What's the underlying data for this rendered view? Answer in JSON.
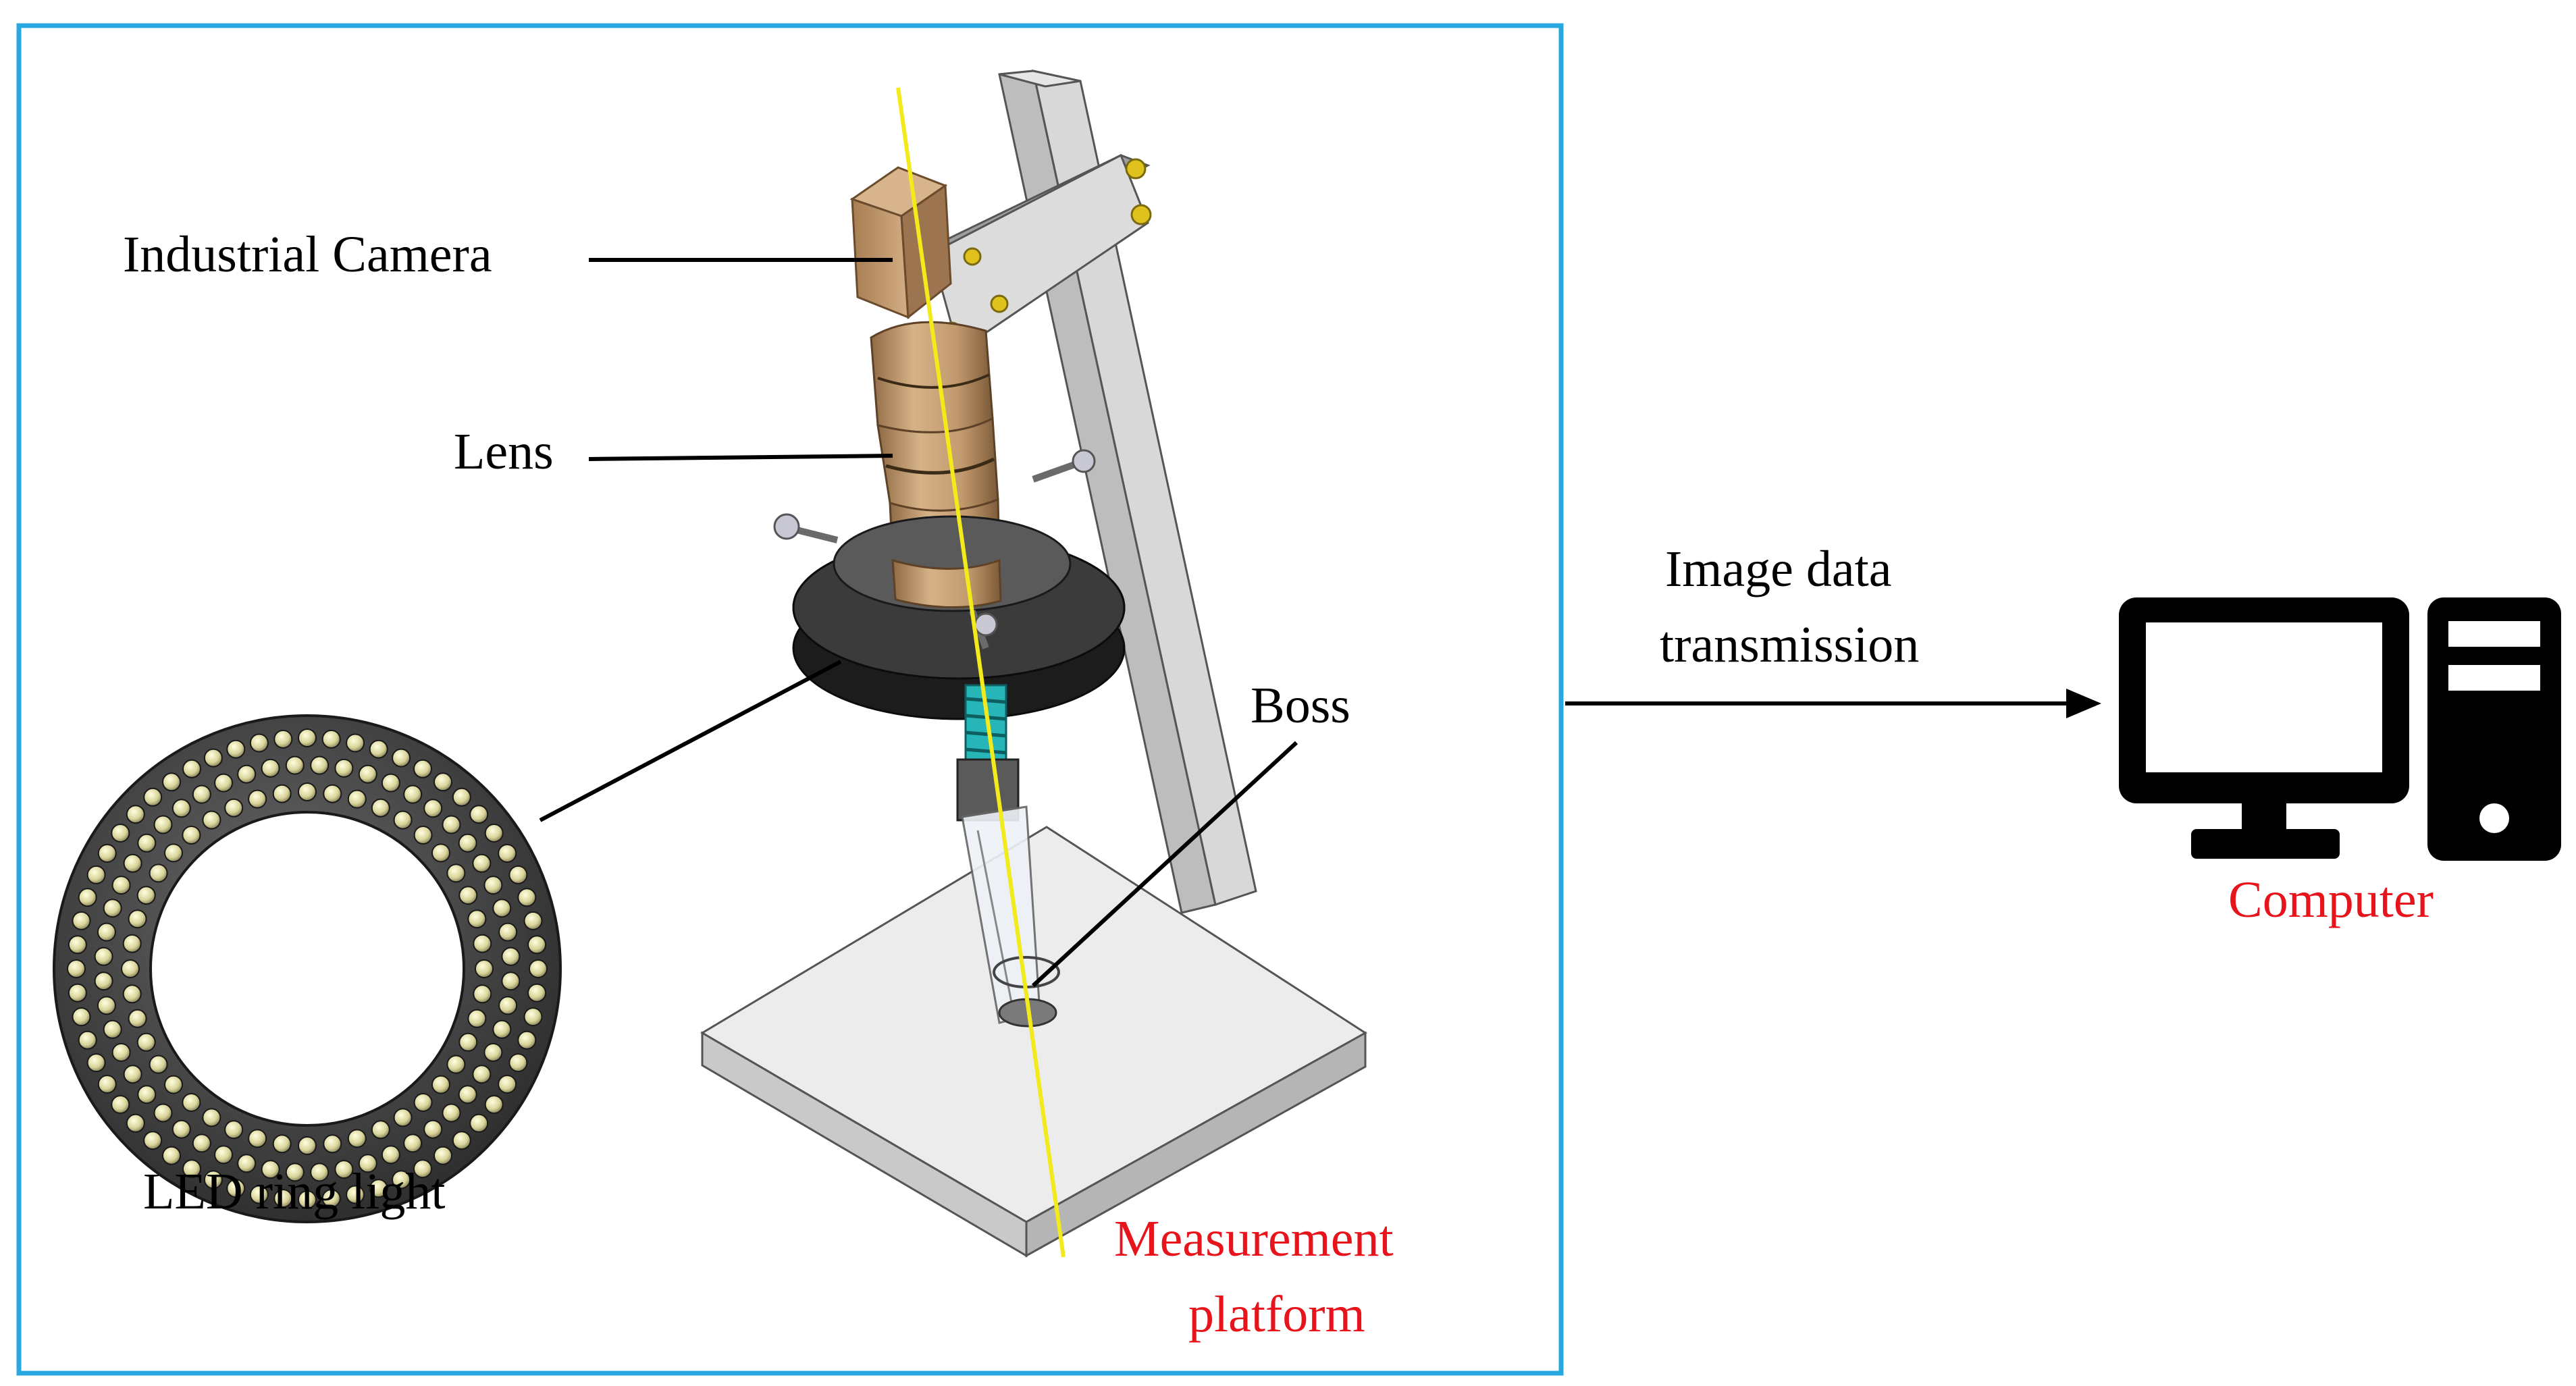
{
  "labels": {
    "industrial_camera": "Industrial Camera",
    "lens": "Lens",
    "boss": "Boss",
    "led_ring_light": "LED ring light",
    "measurement_platform_line1": "Measurement",
    "measurement_platform_line2": "platform",
    "transmission_line1": "Image data",
    "transmission_line2": "transmission",
    "computer": "Computer"
  },
  "colors": {
    "frame_border": "#29a8e0",
    "red_label": "#e8141b",
    "optical_axis": "#f2ea1a",
    "lens_body": "#c29a6e",
    "camera_body": "#b98d62",
    "metal": "#c8c8c8",
    "ring_dark": "#2a2a2a",
    "led": "#d8d49a",
    "spring": "#27b5b8",
    "computer_icon": "#000000"
  },
  "icons": {
    "computer": "desktop-computer-icon",
    "arrow": "arrow-right-icon"
  }
}
